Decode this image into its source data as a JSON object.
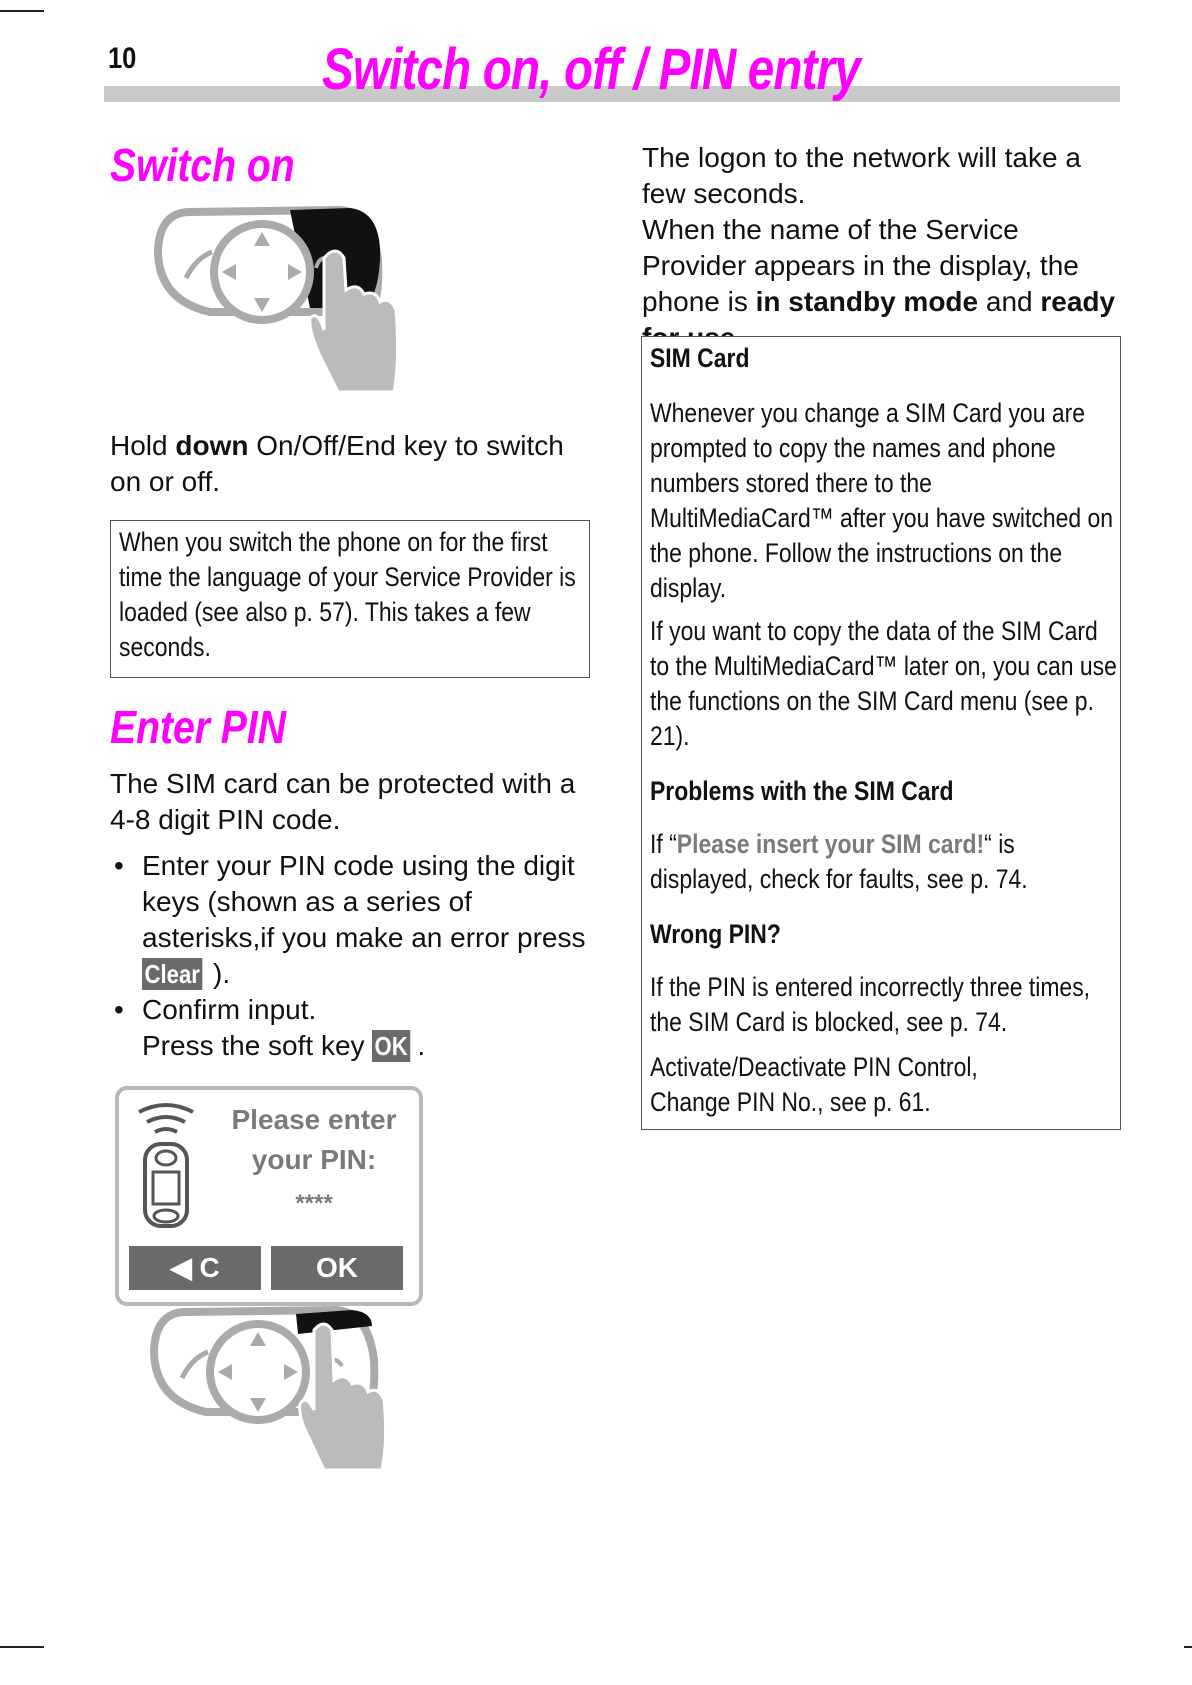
{
  "header": {
    "page_number": "10",
    "title": "Switch on, off / PIN entry"
  },
  "switch_on": {
    "heading": "Switch on",
    "instruction_prefix": "Hold ",
    "instruction_bold": "down",
    "instruction_suffix": " On/Off/End key to switch on or off.",
    "note": "When you switch the phone on for the first time the language of your Service Provider is loaded (see  also p. 57). This takes a few seconds."
  },
  "enter_pin": {
    "heading": "Enter PIN",
    "intro": "The SIM card can be protected with a 4-8 digit PIN code.",
    "step1_text": "Enter your PIN code using the digit keys (shown as a series of asterisks,if you make an error press ",
    "step1_key": "Clear",
    "step1_end": ").",
    "step2_line1": "Confirm input.",
    "step2_line2": "Press the soft key ",
    "step2_key": "OK",
    "step2_end": "."
  },
  "display": {
    "prompt_line1": "Please enter",
    "prompt_line2": "your PIN:",
    "masked_input": "****",
    "left_softkey": "◀ C",
    "right_softkey": "OK"
  },
  "right_column": {
    "intro1": "The logon to the network will take a few seconds.",
    "intro2_prefix": "When the name of the Service Provider appears in the display, the phone is ",
    "intro2_bold1": "in standby mode",
    "intro2_mid": " and ",
    "intro2_bold2": "ready for use",
    "intro2_end": "."
  },
  "sim_box": {
    "heading": "SIM Card",
    "para1": "Whenever you change a SIM Card you are prompted to copy the names and phone numbers stored there to the MultiMediaCard™ after you have switched on the phone. Follow the instructions on the display.",
    "para2": "If you want to copy the data of the SIM Card to the MultiMediaCard™ later on, you can use the functions on the SIM Card menu (see p. 21).",
    "problems_heading": "Problems with the SIM Card",
    "problems_prefix": "If “",
    "problems_msg": "Please insert your SIM card!",
    "problems_suffix": "“ is displayed, check for faults, see p. 74.",
    "wrong_pin_heading": "Wrong PIN?",
    "wrong_pin_text": "If the PIN is entered incorrectly three times, the SIM Card is blocked, see p. 74.",
    "activate_line1": "Activate/Deactivate PIN Control,",
    "activate_line2": "Change PIN No., see p. 61."
  },
  "colors": {
    "heading_magenta": "#ff00ff",
    "header_bar": "#c9c9c9",
    "key_chip": "#6a6a6a"
  }
}
